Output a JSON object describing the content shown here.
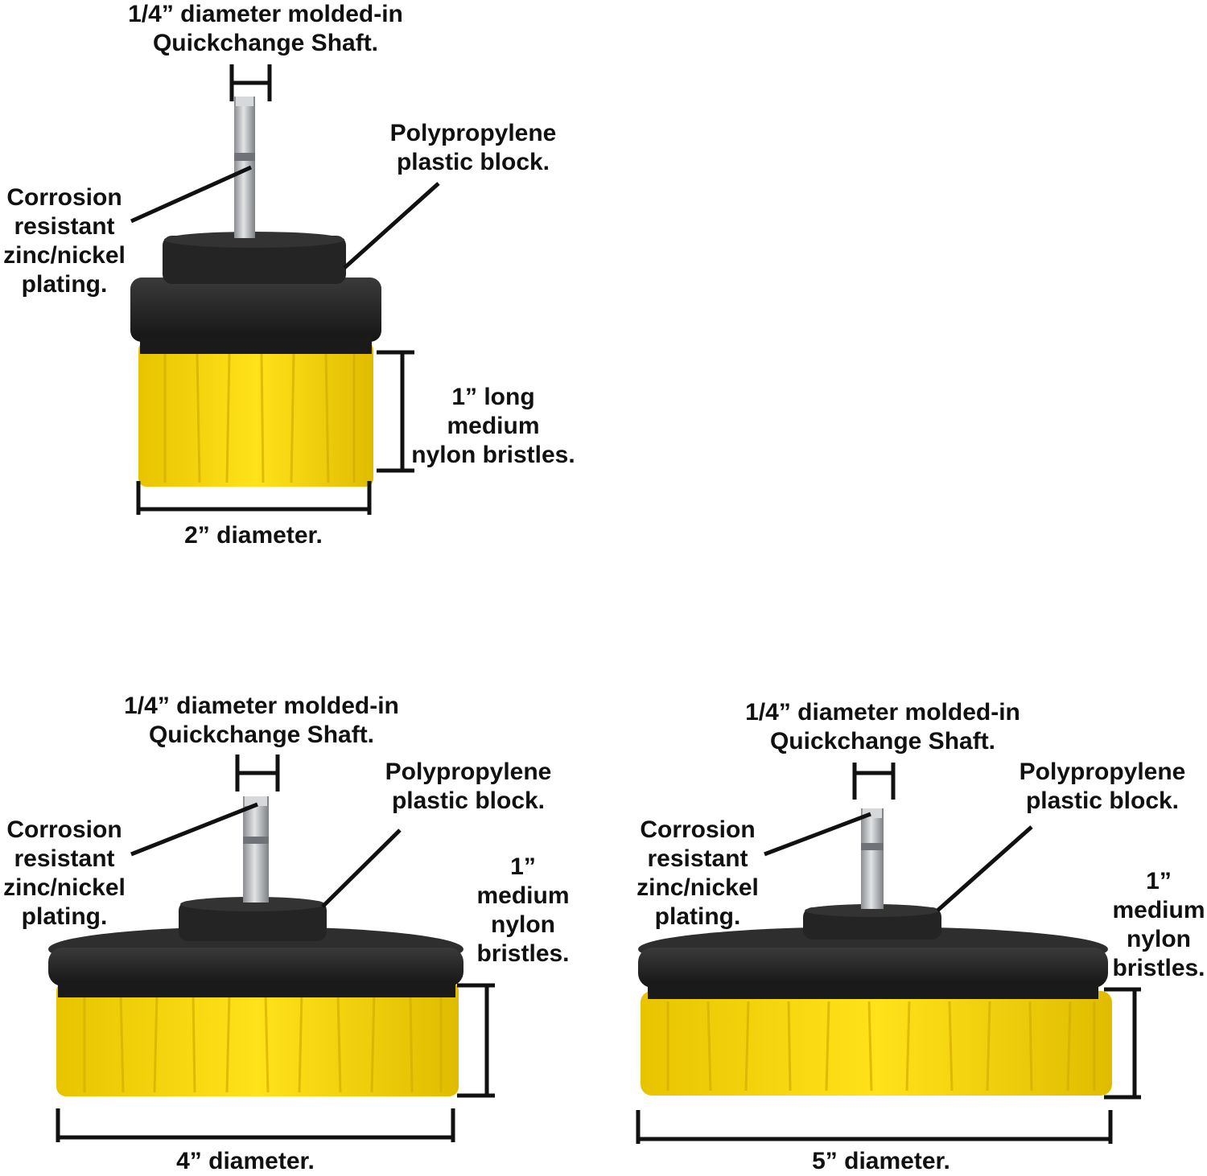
{
  "colors": {
    "bristle": "#f5d400",
    "bristle_shade": "#d9b400",
    "block": "#1e1e1e",
    "block_edge": "#3a3a3a",
    "shaft": "#b9bcc0",
    "shaft_dark": "#8a8d91",
    "line": "#111111"
  },
  "brush_small": {
    "shaft_label": [
      "1/4” diameter molded-in",
      "Quickchange Shaft."
    ],
    "block_label": [
      "Polypropylene",
      "plastic block."
    ],
    "plating_label": [
      "Corrosion",
      "resistant",
      "zinc/nickel",
      "plating."
    ],
    "bristle_label": [
      "1” long",
      "medium",
      "nylon bristles."
    ],
    "diameter_label": "2” diameter."
  },
  "brush_medium": {
    "shaft_label": [
      "1/4” diameter molded-in",
      "Quickchange Shaft."
    ],
    "block_label": [
      "Polypropylene",
      "plastic block."
    ],
    "plating_label": [
      "Corrosion",
      "resistant",
      "zinc/nickel",
      "plating."
    ],
    "bristle_label": [
      "1”",
      "medium",
      "nylon",
      "bristles."
    ],
    "diameter_label": "4” diameter."
  },
  "brush_large": {
    "shaft_label": [
      "1/4” diameter molded-in",
      "Quickchange Shaft."
    ],
    "block_label": [
      "Polypropylene",
      "plastic block."
    ],
    "plating_label": [
      "Corrosion",
      "resistant",
      "zinc/nickel",
      "plating."
    ],
    "bristle_label": [
      "1”",
      "medium",
      "nylon",
      "bristles."
    ],
    "diameter_label": "5” diameter."
  }
}
